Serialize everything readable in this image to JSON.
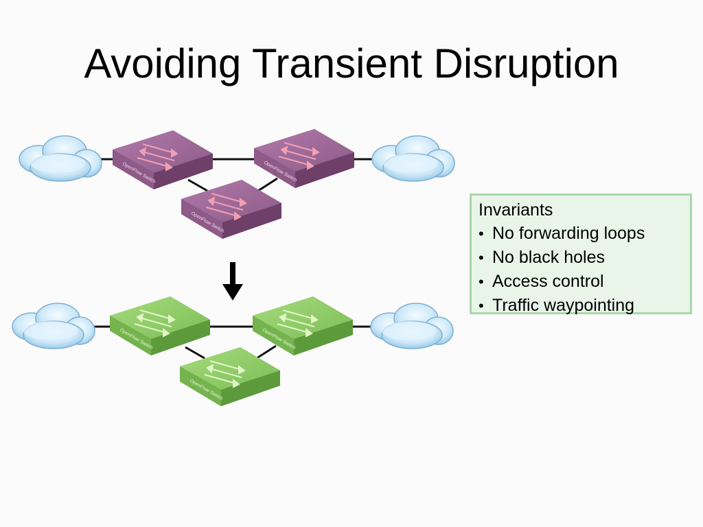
{
  "slide": {
    "title": "Avoiding Transient Disruption"
  },
  "diagram": {
    "switch_label": "OpenFlow Switch",
    "colors": {
      "old_config": "#9a6294",
      "new_config": "#8cc864",
      "cloud": "#bfe0f5",
      "link": "#111111"
    },
    "icons": {
      "cloud": "cloud-icon",
      "switch": "switch-icon",
      "transition_arrow": "arrow-down-icon"
    }
  },
  "invariants": {
    "heading": "Invariants",
    "items": [
      "No forwarding loops",
      "No black holes",
      "Access control",
      "Traffic waypointing"
    ],
    "colors": {
      "background": "#e9f5e9",
      "border": "#a7d8a7"
    }
  }
}
